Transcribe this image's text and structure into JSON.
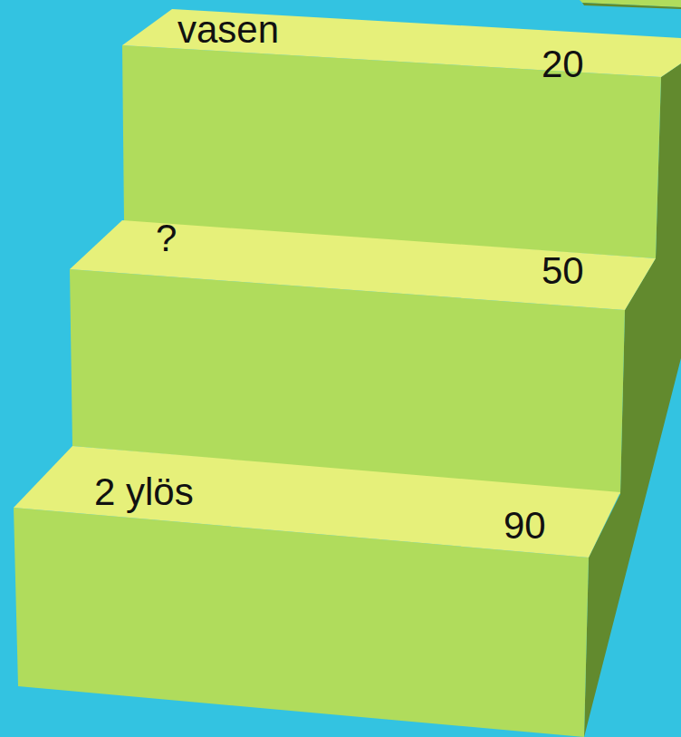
{
  "diagram": {
    "nodes": [
      {
        "text": [
          "vasen",
          "20"
        ]
      },
      {
        "text": [
          "?",
          "50"
        ]
      },
      {
        "text": [
          "2 ylös",
          "90"
        ]
      }
    ]
  }
}
